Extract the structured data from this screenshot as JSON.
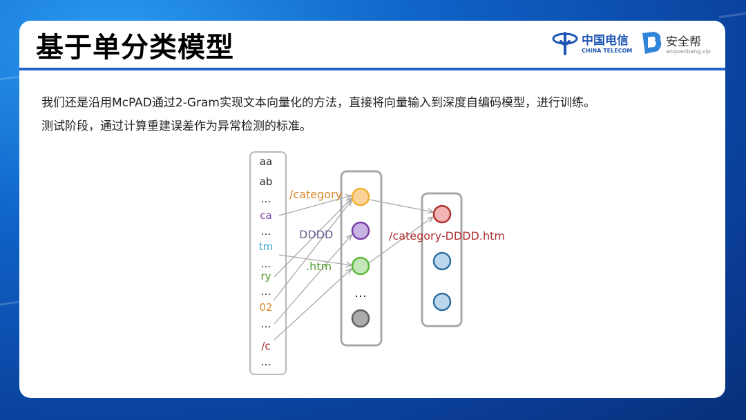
{
  "title": "基于单分类模型",
  "logos": {
    "telecom_name": "中国电信",
    "telecom_sub": "CHINA TELECOM",
    "anquanbang_name": "安全帮",
    "anquanbang_url": "anquanbang.vip"
  },
  "paragraph": {
    "line1": "我们还是沿用McPAD通过2-Gram实现文本向量化的方法，直接将向量输入到深度自编码模型，进行训练。",
    "line2": "测试阶段，通过计算重建误差作为异常检测的标准。"
  },
  "diagram": {
    "input_items": [
      {
        "text": "aa",
        "color": "#222222"
      },
      {
        "text": "ab",
        "color": "#222222"
      },
      {
        "text": "…",
        "color": "#222222"
      },
      {
        "text": "ca",
        "color": "#7a3fa6"
      },
      {
        "text": "…",
        "color": "#222222"
      },
      {
        "text": "tm",
        "color": "#3aa6d0"
      },
      {
        "text": "…",
        "color": "#222222"
      },
      {
        "text": "ry",
        "color": "#4e9a2a"
      },
      {
        "text": "…",
        "color": "#222222"
      },
      {
        "text": "02",
        "color": "#d98a2b"
      },
      {
        "text": "…",
        "color": "#222222"
      },
      {
        "text": "/c",
        "color": "#a52a2a"
      },
      {
        "text": "…",
        "color": "#222222"
      }
    ],
    "hidden_nodes": [
      {
        "fill": "#fbd39a",
        "stroke": "#f0b030"
      },
      {
        "fill": "#c9b3e3",
        "stroke": "#7a3fa6"
      },
      {
        "fill": "#c4e6b8",
        "stroke": "#5cb83a"
      },
      {
        "fill": "#ababab",
        "stroke": "#606060"
      }
    ],
    "hidden_ellipsis": "…",
    "output_nodes": [
      {
        "fill": "#f2b5b5",
        "stroke": "#b03030"
      },
      {
        "fill": "#bcd6ee",
        "stroke": "#2f6fa0"
      },
      {
        "fill": "#bcd6ee",
        "stroke": "#2f6fa0"
      }
    ],
    "labels": [
      {
        "text": "/category",
        "color": "#d98a2b"
      },
      {
        "text": "DDDD",
        "color": "#6a5a8c"
      },
      {
        "text": ".htm",
        "color": "#4e9a2a"
      },
      {
        "text": "/category-DDDD.htm",
        "color": "#b03030"
      }
    ]
  },
  "watermark": "安全帮",
  "colors": {
    "accent": "#1f64c6",
    "background": "#0f63c8"
  }
}
